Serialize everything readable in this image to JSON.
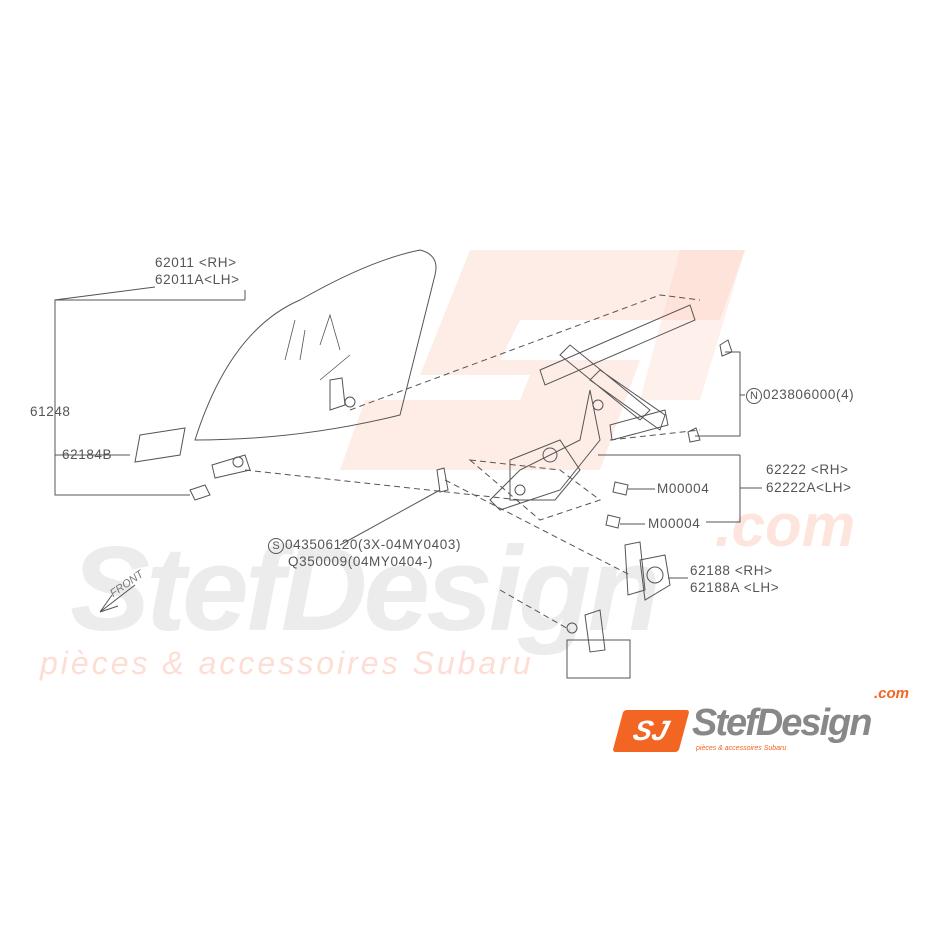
{
  "watermark": {
    "brand": "StefDesign",
    "domain": ".com",
    "tagline": "pièces & accessoires Subaru",
    "mark": "SJ"
  },
  "direction": "FRONT",
  "callouts": {
    "glass_rh": "62011 <RH>",
    "glass_lh": "62011A<LH>",
    "glass_assy": "61248",
    "tape": "62184B",
    "nut_prefix": "N",
    "nut": "023806000(4)",
    "regulator_rh": "62222 <RH>",
    "regulator_lh": "62222A<LH>",
    "bolt_1": "M00004",
    "bolt_2": "M00004",
    "screw_prefix": "S",
    "screw_1": "043506120(3X-04MY0403)",
    "screw_2": "Q350009(04MY0404-)",
    "motor_rh": "62188 <RH>",
    "motor_lh": "62188A <LH>"
  },
  "logo": {
    "mark": "SJ",
    "name": "StefDesign",
    "domain": ".com",
    "tagline": "pièces & accessoires Subaru"
  },
  "colors": {
    "brand_orange": "#f26522",
    "line": "#555555"
  }
}
